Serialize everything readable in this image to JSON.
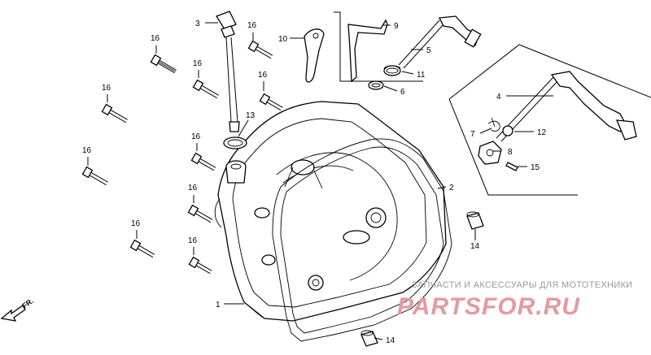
{
  "callouts": {
    "c1": "1",
    "c2": "2",
    "c3": "3",
    "c4": "4",
    "c5": "5",
    "c6": "6",
    "c7": "7",
    "c8": "8",
    "c9": "9",
    "c10": "10",
    "c11": "11",
    "c12": "12",
    "c13": "13",
    "c14a": "14",
    "c14b": "14",
    "c15": "15",
    "c16a": "16",
    "c16b": "16",
    "c16c": "16",
    "c16d": "16",
    "c16e": "16",
    "c16f": "16",
    "c16g": "16",
    "c16h": "16",
    "c16i": "16",
    "c16j": "16"
  },
  "direction_marker": "FR.",
  "watermark": {
    "tagline": "ЗАПЧАСТИ И АКСЕССУАРЫ ДЛЯ МОТОТЕХНИКИ",
    "brand": "PARTSFOR.RU"
  }
}
